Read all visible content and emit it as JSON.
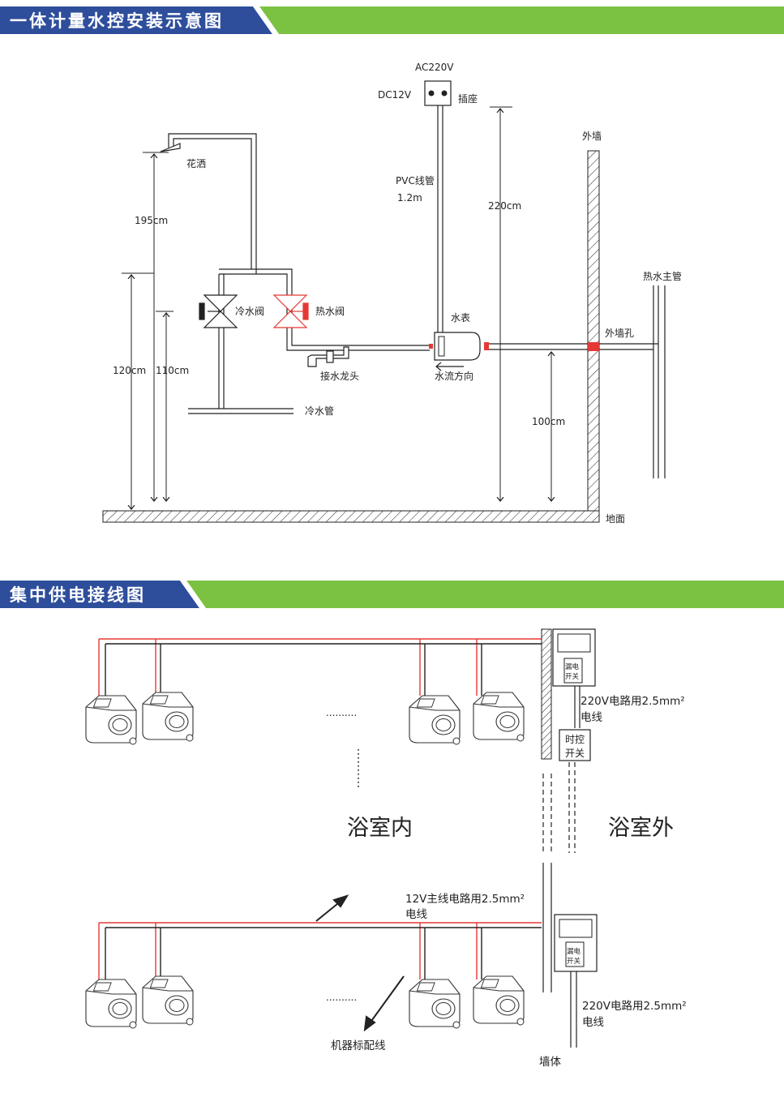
{
  "section1": {
    "title": "一体计量水控安装示意图",
    "labels": {
      "ac220v": "AC220V",
      "dc12v": "DC12V",
      "socket": "插座",
      "outer_wall": "外墙",
      "shower": "花洒",
      "pvc_pipe": "PVC线管",
      "pvc_length": "1.2m",
      "h_220": "220cm",
      "h_195": "195cm",
      "hot_main": "热水主管",
      "water_meter": "水表",
      "cold_valve": "冷水阀",
      "hot_valve": "热水阀",
      "wall_hole": "外墙孔",
      "h_120": "120cm",
      "h_110": "110cm",
      "faucet": "接水龙头",
      "flow_dir": "水流方向",
      "h_100": "100cm",
      "cold_pipe": "冷水管",
      "ground": "地面"
    }
  },
  "section2": {
    "title": "集中供电接线图",
    "labels": {
      "leak_switch": "漏电",
      "leak_switch2": "开关",
      "wire_220_top": "220V电路用2.5mm²",
      "wire_220_top2": "电线",
      "timer_switch": "时控",
      "timer_switch2": "开关",
      "dots": "..........",
      "inside": "浴室内",
      "outside": "浴室外",
      "wire_12v": "12V主线电路用2.5mm²",
      "wire_12v2": "电线",
      "wire_220_bottom": "220V电路用2.5mm²",
      "wire_220_bottom2": "电线",
      "machine_cable": "机器标配线",
      "wall": "墙体"
    }
  },
  "colors": {
    "banner_blue": "#2e4e9c",
    "banner_green": "#7cc242",
    "hot_red": "#e53935",
    "line": "#222222"
  }
}
